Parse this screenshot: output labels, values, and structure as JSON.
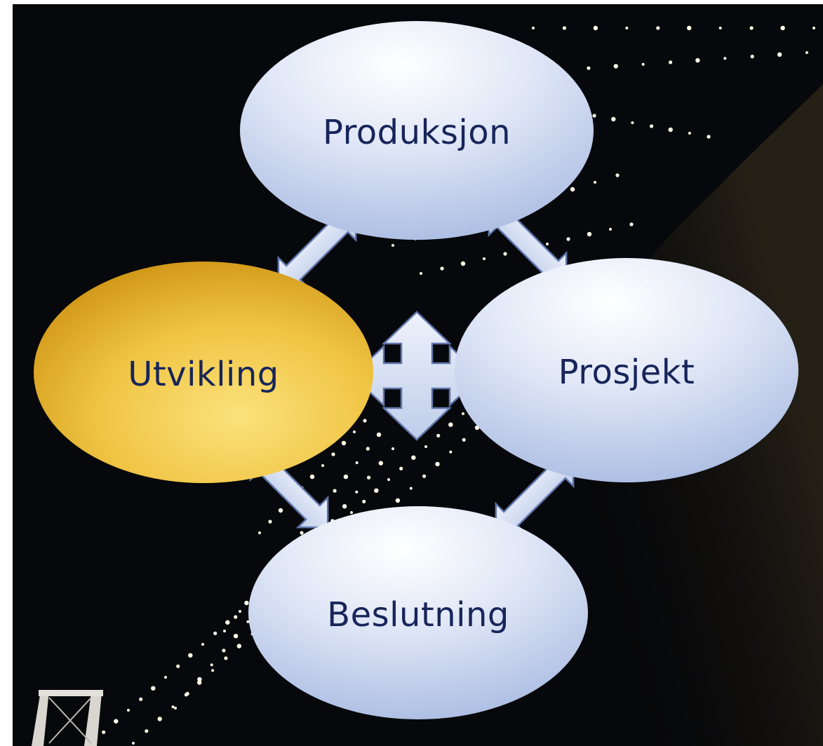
{
  "diagram": {
    "nodes": [
      {
        "id": "produksjon",
        "label": "Produksjon",
        "fill": "light-blue"
      },
      {
        "id": "prosjekt",
        "label": "Prosjekt",
        "fill": "light-blue"
      },
      {
        "id": "utvikling",
        "label": "Utvikling",
        "fill": "gold",
        "highlighted": true
      },
      {
        "id": "beslutning",
        "label": "Beslutning",
        "fill": "light-blue"
      }
    ],
    "connections": [
      {
        "from": "produksjon",
        "to": "utvikling",
        "style": "double-arrow"
      },
      {
        "from": "produksjon",
        "to": "prosjekt",
        "style": "double-arrow"
      },
      {
        "from": "utvikling",
        "to": "beslutning",
        "style": "double-arrow"
      },
      {
        "from": "prosjekt",
        "to": "beslutning",
        "style": "double-arrow"
      },
      {
        "from": "utvikling",
        "to": "prosjekt",
        "style": "double-arrow"
      },
      {
        "from": "produksjon",
        "to": "beslutning",
        "style": "double-arrow"
      }
    ]
  },
  "colors": {
    "background": "#07080b",
    "node_light": "#e6ecf8",
    "node_blue": "#b3c3e6",
    "node_gold_light": "#f3dd7e",
    "node_gold": "#e3ad20",
    "label_text": "#17255a",
    "arrow_fill": "#d8e1f4",
    "arrow_stroke": "#5f74a8",
    "string_lights": "#fffbe8"
  }
}
